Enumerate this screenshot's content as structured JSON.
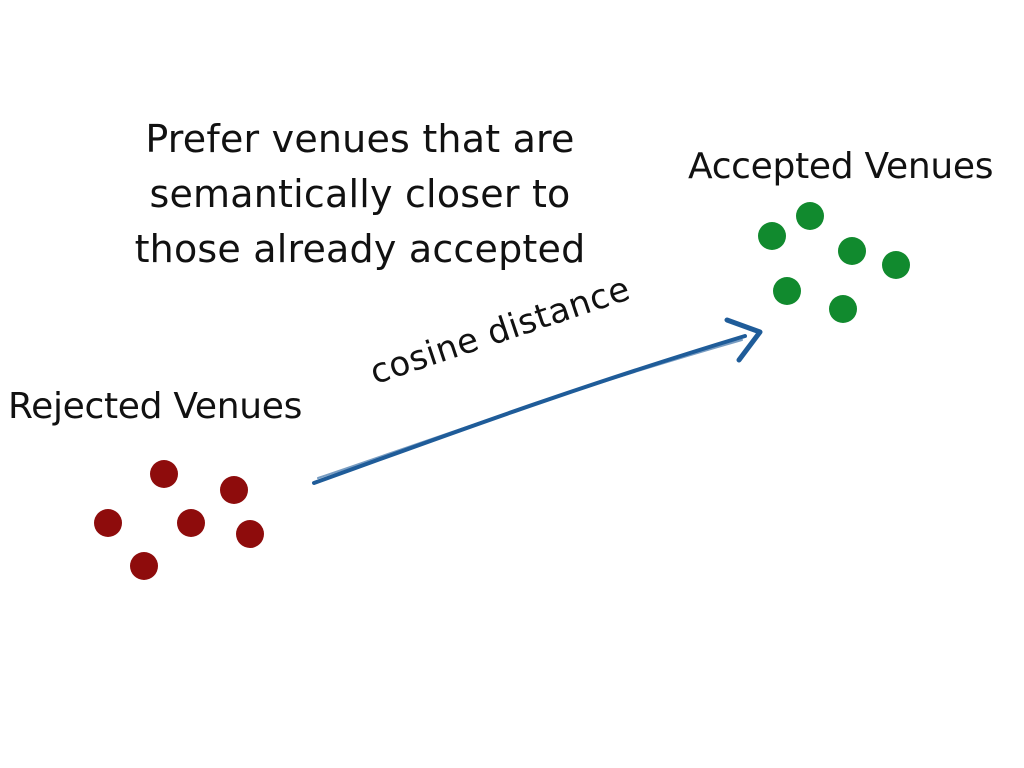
{
  "headline": {
    "line1": "Prefer venues that are",
    "line2": "semantically closer to",
    "line3": "those already accepted"
  },
  "accepted": {
    "label": "Accepted Venues",
    "color": "#118a2e",
    "count": 6
  },
  "rejected": {
    "label": "Rejected Venues",
    "color": "#8e0c0c",
    "count": 6
  },
  "arrow": {
    "label": "cosine distance",
    "color": "#1f5c99"
  }
}
